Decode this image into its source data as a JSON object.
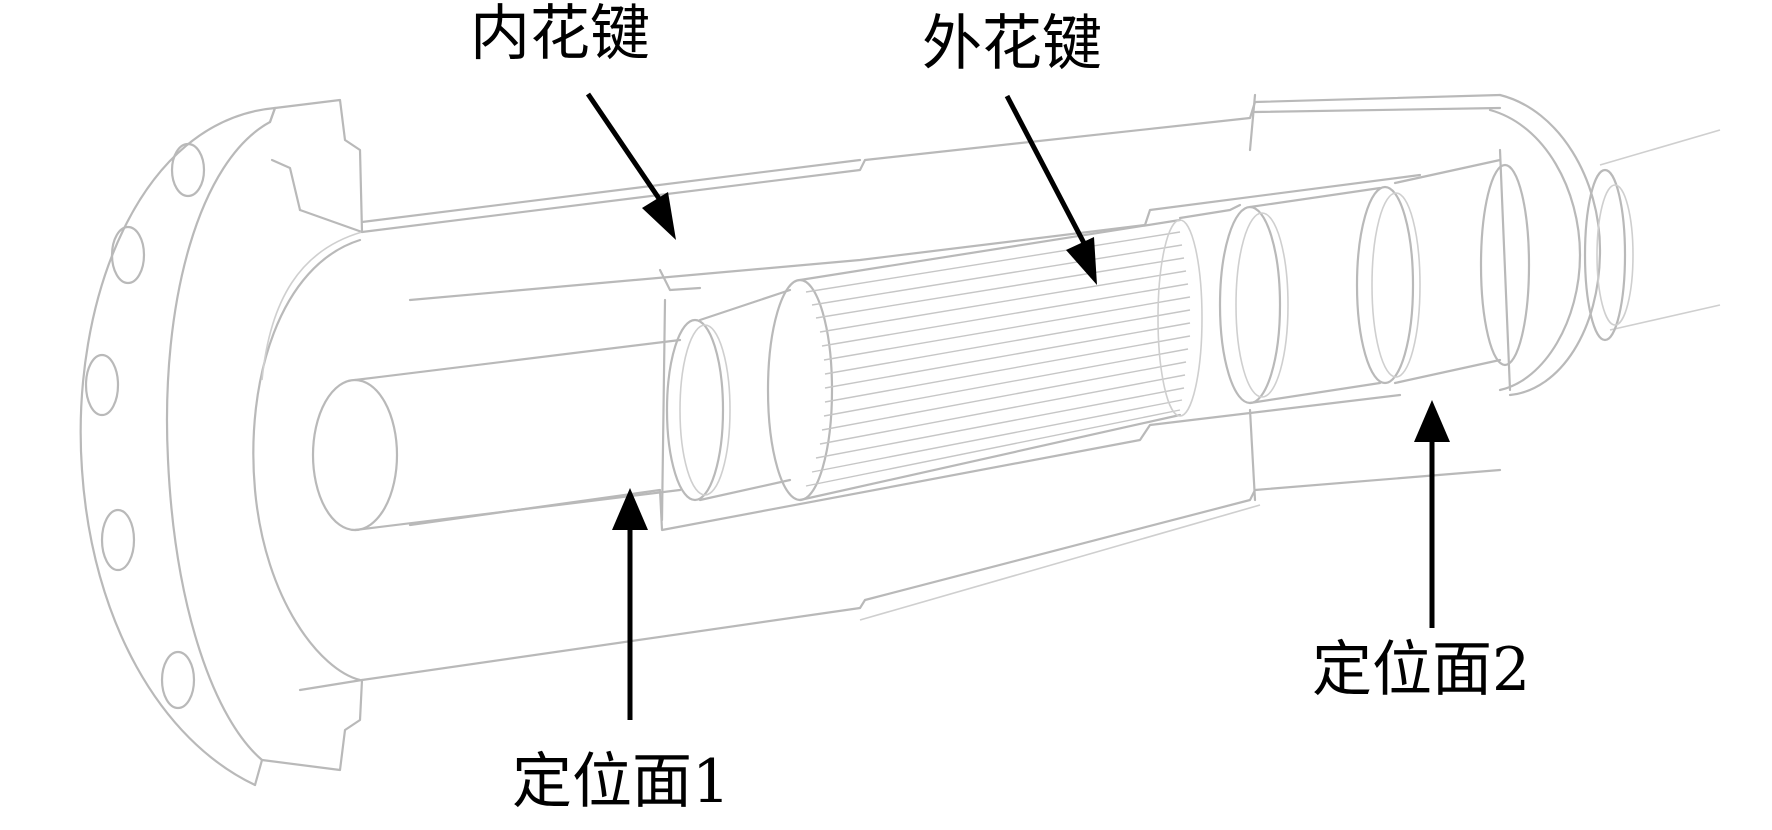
{
  "labels": {
    "inner_spline": "内花键",
    "outer_spline": "外花键",
    "locating_face_1": "定位面1",
    "locating_face_2": "定位面2"
  },
  "colors": {
    "drawing_line": "#b9b9b9",
    "arrow": "#000000",
    "background": "#ffffff"
  }
}
